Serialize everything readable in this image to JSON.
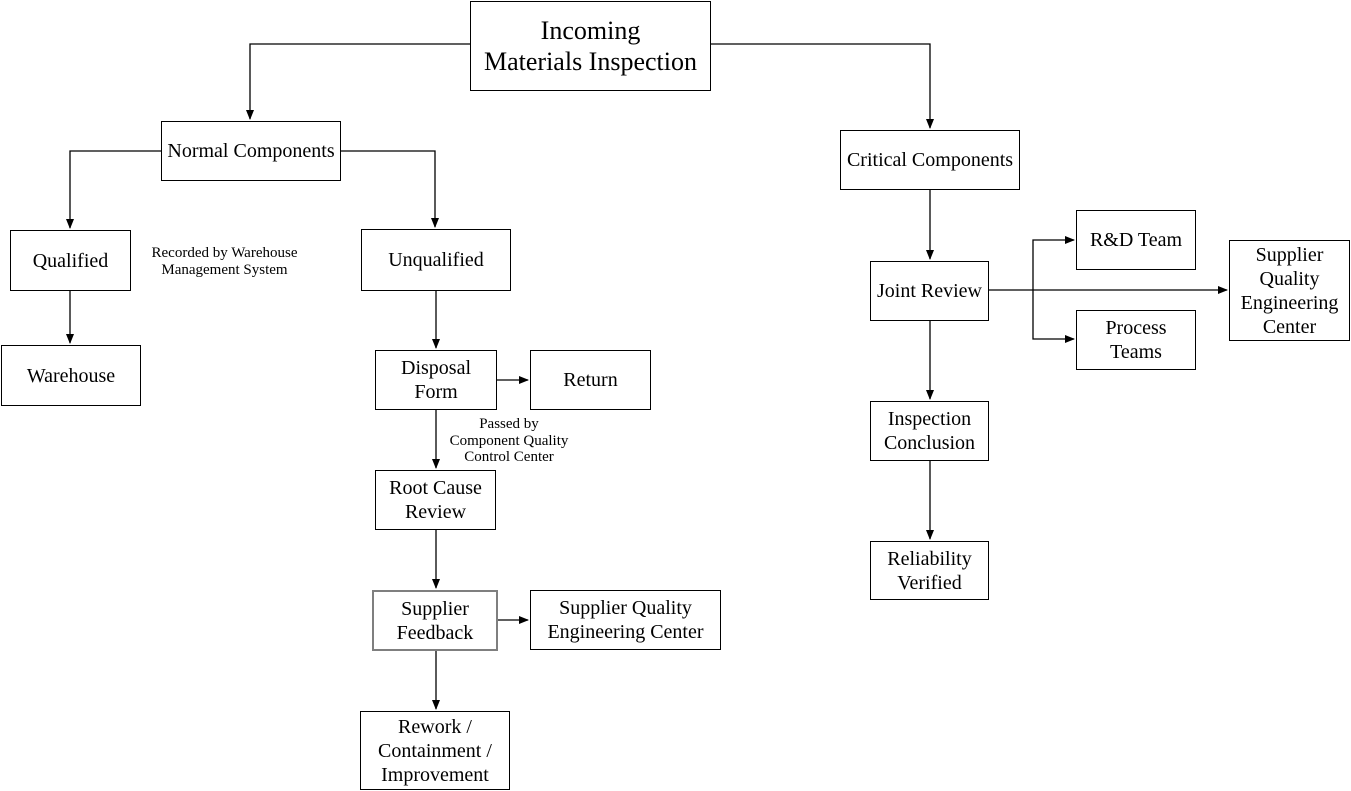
{
  "title": "Incoming Materials Inspection flowchart",
  "colors": {
    "background": "#ffffff",
    "text": "#000000",
    "line": "#000000",
    "box_border": "#000000",
    "box_fill": "#ffffff",
    "highlight_border": "#7f7f7f"
  },
  "nodes": {
    "incoming": {
      "label": "Incoming\nMaterials Inspection"
    },
    "normal": {
      "label": "Normal Components"
    },
    "critical": {
      "label": "Critical Components"
    },
    "qualified": {
      "label": "Qualified"
    },
    "unqualified": {
      "label": "Unqualified"
    },
    "warehouse": {
      "label": "Warehouse"
    },
    "disposal_form": {
      "label": "Disposal\nForm"
    },
    "return": {
      "label": "Return"
    },
    "root_cause_review": {
      "label": "Root Cause\nReview"
    },
    "supplier_feedback": {
      "label": "Supplier\nFeedback"
    },
    "sqec_mid": {
      "label": "Supplier Quality\nEngineering Center"
    },
    "rework": {
      "label": "Rework /\nContainment /\nImprovement"
    },
    "joint_review": {
      "label": "Joint Review"
    },
    "rnd_team": {
      "label": "R&D Team"
    },
    "process_teams": {
      "label": "Process\nTeams"
    },
    "sqec_right": {
      "label": "Supplier\nQuality\nEngineering\nCenter"
    },
    "inspection_conclusion": {
      "label": "Inspection\nConclusion"
    },
    "reliability_verified": {
      "label": "Reliability\nVerified"
    }
  },
  "annotations": {
    "recorded_by": {
      "label": "Recorded by Warehouse\nManagement System"
    },
    "passed_by": {
      "label": "Passed by\nComponent Quality\nControl Center"
    }
  }
}
